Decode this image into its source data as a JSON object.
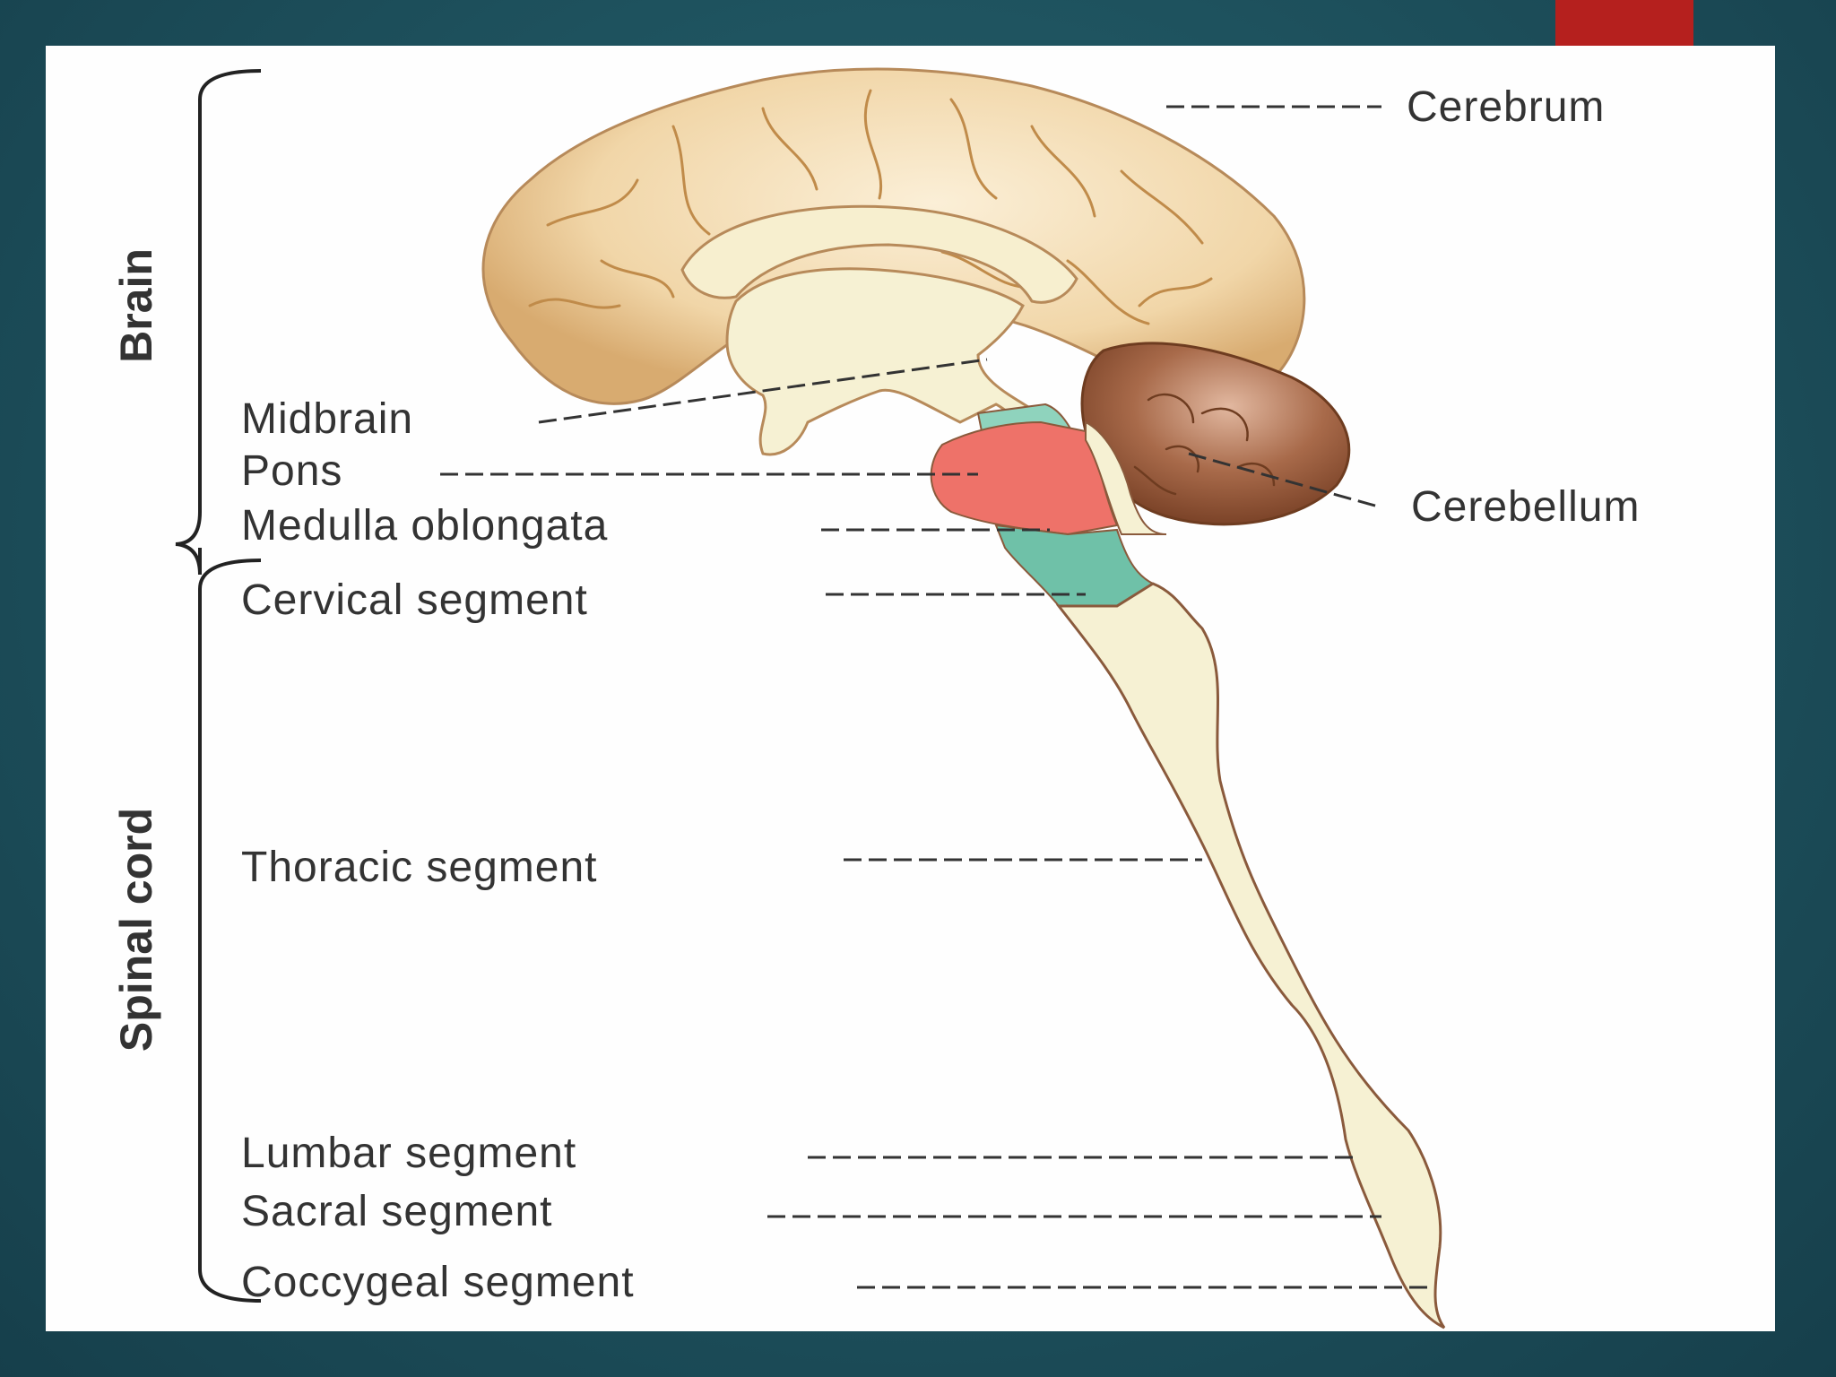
{
  "diagram": {
    "group_labels": {
      "brain": "Brain",
      "spinal_cord": "Spinal cord"
    },
    "labels": {
      "cerebrum": "Cerebrum",
      "cerebellum": "Cerebellum",
      "midbrain": "Midbrain",
      "pons": "Pons",
      "medulla": "Medulla oblongata",
      "cervical": "Cervical segment",
      "thoracic": "Thoracic segment",
      "lumbar": "Lumbar segment",
      "sacral": "Sacral segment",
      "coccygeal": "Coccygeal segment"
    },
    "colors": {
      "background": "#1f5460",
      "accent": "#b5201e",
      "cerebrum": "#f1d6a8",
      "cerebellum": "#a86a4a",
      "pons": "#ee7269",
      "midbrain": "#8fd3bd",
      "medulla": "#6fc1a8",
      "spinal_cord": "#f6f1d3",
      "outline": "#8a5a3c"
    }
  }
}
